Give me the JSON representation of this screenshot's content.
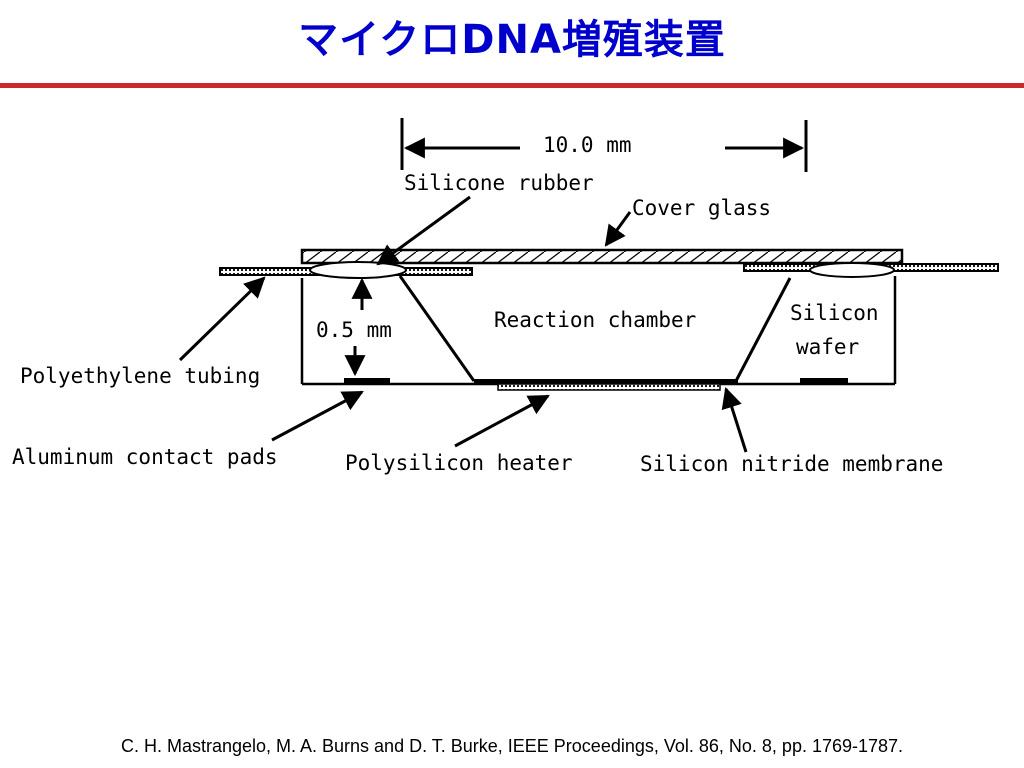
{
  "slide": {
    "title": "マイクロDNA増殖装置",
    "citation": "C. H. Mastrangelo, M. A. Burns and D. T. Burke, IEEE Proceedings, Vol. 86, No. 8, pp. 1769-1787."
  },
  "diagram": {
    "dimension_width": "10.0 mm",
    "dimension_height": "0.5 mm",
    "labels": {
      "silicone_rubber": "Silicone rubber",
      "cover_glass": "Cover glass",
      "reaction_chamber": "Reaction chamber",
      "silicon_wafer_line1": "Silicon",
      "silicon_wafer_line2": "wafer",
      "polyethylene_tubing": "Polyethylene tubing",
      "aluminum_contact_pads": "Aluminum contact pads",
      "polysilicon_heater": "Polysilicon heater",
      "silicon_nitride_membrane": "Silicon nitride membrane"
    }
  },
  "colors": {
    "title": "#0000cc",
    "rule": "#cc2a2a",
    "ink": "#000000"
  }
}
